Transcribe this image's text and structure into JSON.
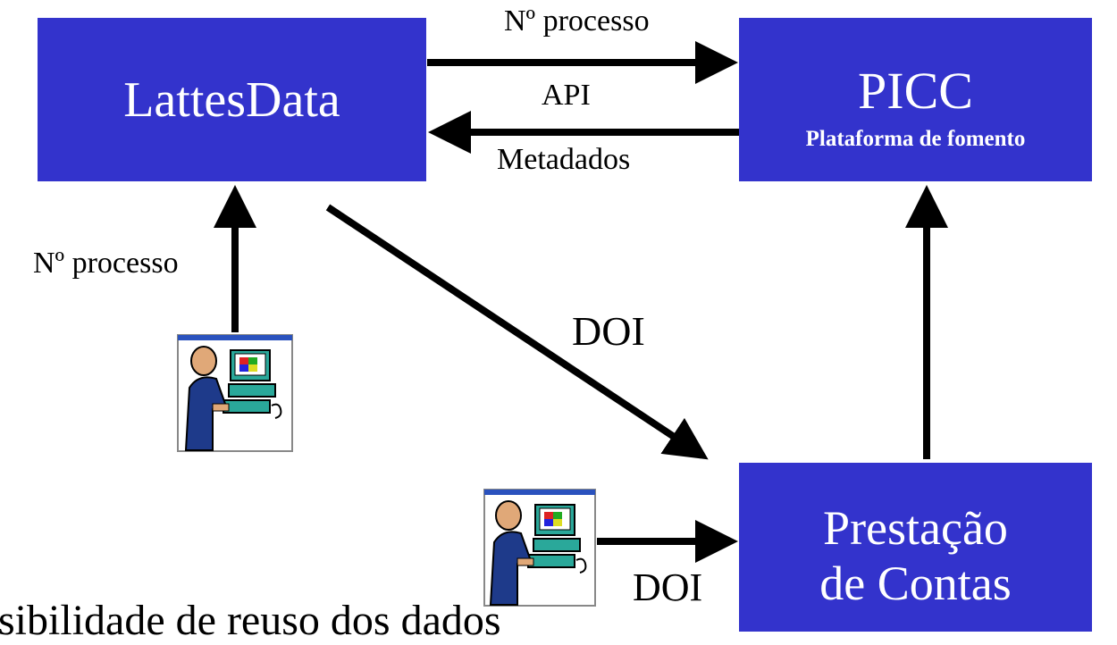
{
  "nodes": {
    "lattes": {
      "title": "LattesData"
    },
    "picc": {
      "title": "PICC",
      "subtitle": "Plataforma de fomento"
    },
    "prestacao": {
      "line1": "Prestação",
      "line2": "de Contas"
    }
  },
  "edges": {
    "lattes_to_picc_top": "Nº processo",
    "api": "API",
    "picc_to_lattes": "Metadados",
    "user_to_lattes": "Nº processo",
    "lattes_to_prestacao": "DOI",
    "user_to_prestacao": "DOI"
  },
  "footer_text": "sibilidade de reuso dos dados",
  "icons": {
    "user_workstation": "person-at-computer-icon"
  },
  "colors": {
    "box_fill": "#3333cc",
    "box_text": "#ffffff",
    "arrow": "#000000"
  }
}
